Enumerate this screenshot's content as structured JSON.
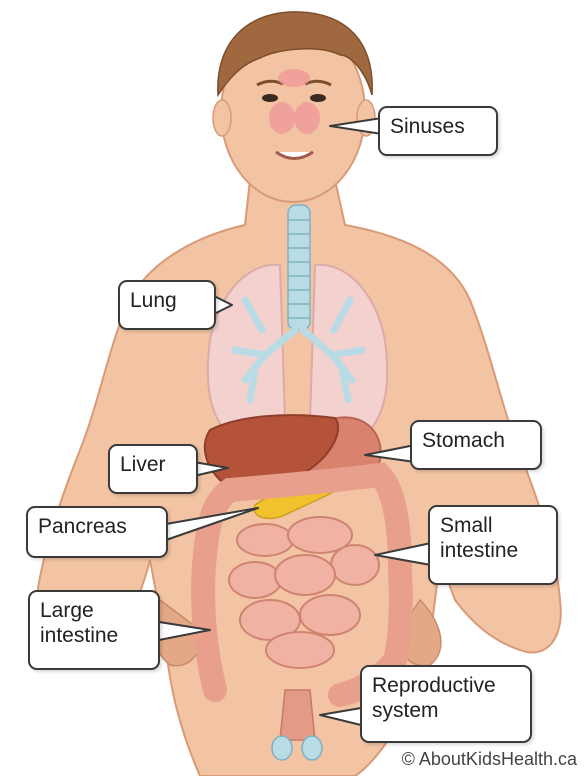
{
  "labels": {
    "sinuses": "Sinuses",
    "lung": "Lung",
    "stomach": "Stomach",
    "liver": "Liver",
    "pancreas": "Pancreas",
    "small_intestine": "Small\nintestine",
    "large_intestine": "Large\nintestine",
    "reproductive_system": "Reproductive\nsystem"
  },
  "credit": "© AboutKidsHealth.ca",
  "colors": {
    "skin": "#f2c4a3",
    "skin_shade": "#e3a987",
    "hair": "#a0683e",
    "lung": "#f3d3d3",
    "airway": "#b9dbe6",
    "liver": "#b5533a",
    "stomach": "#d9826e",
    "pancreas": "#f2c12e",
    "intestine": "#e8a08c",
    "sinus": "#f09898"
  }
}
